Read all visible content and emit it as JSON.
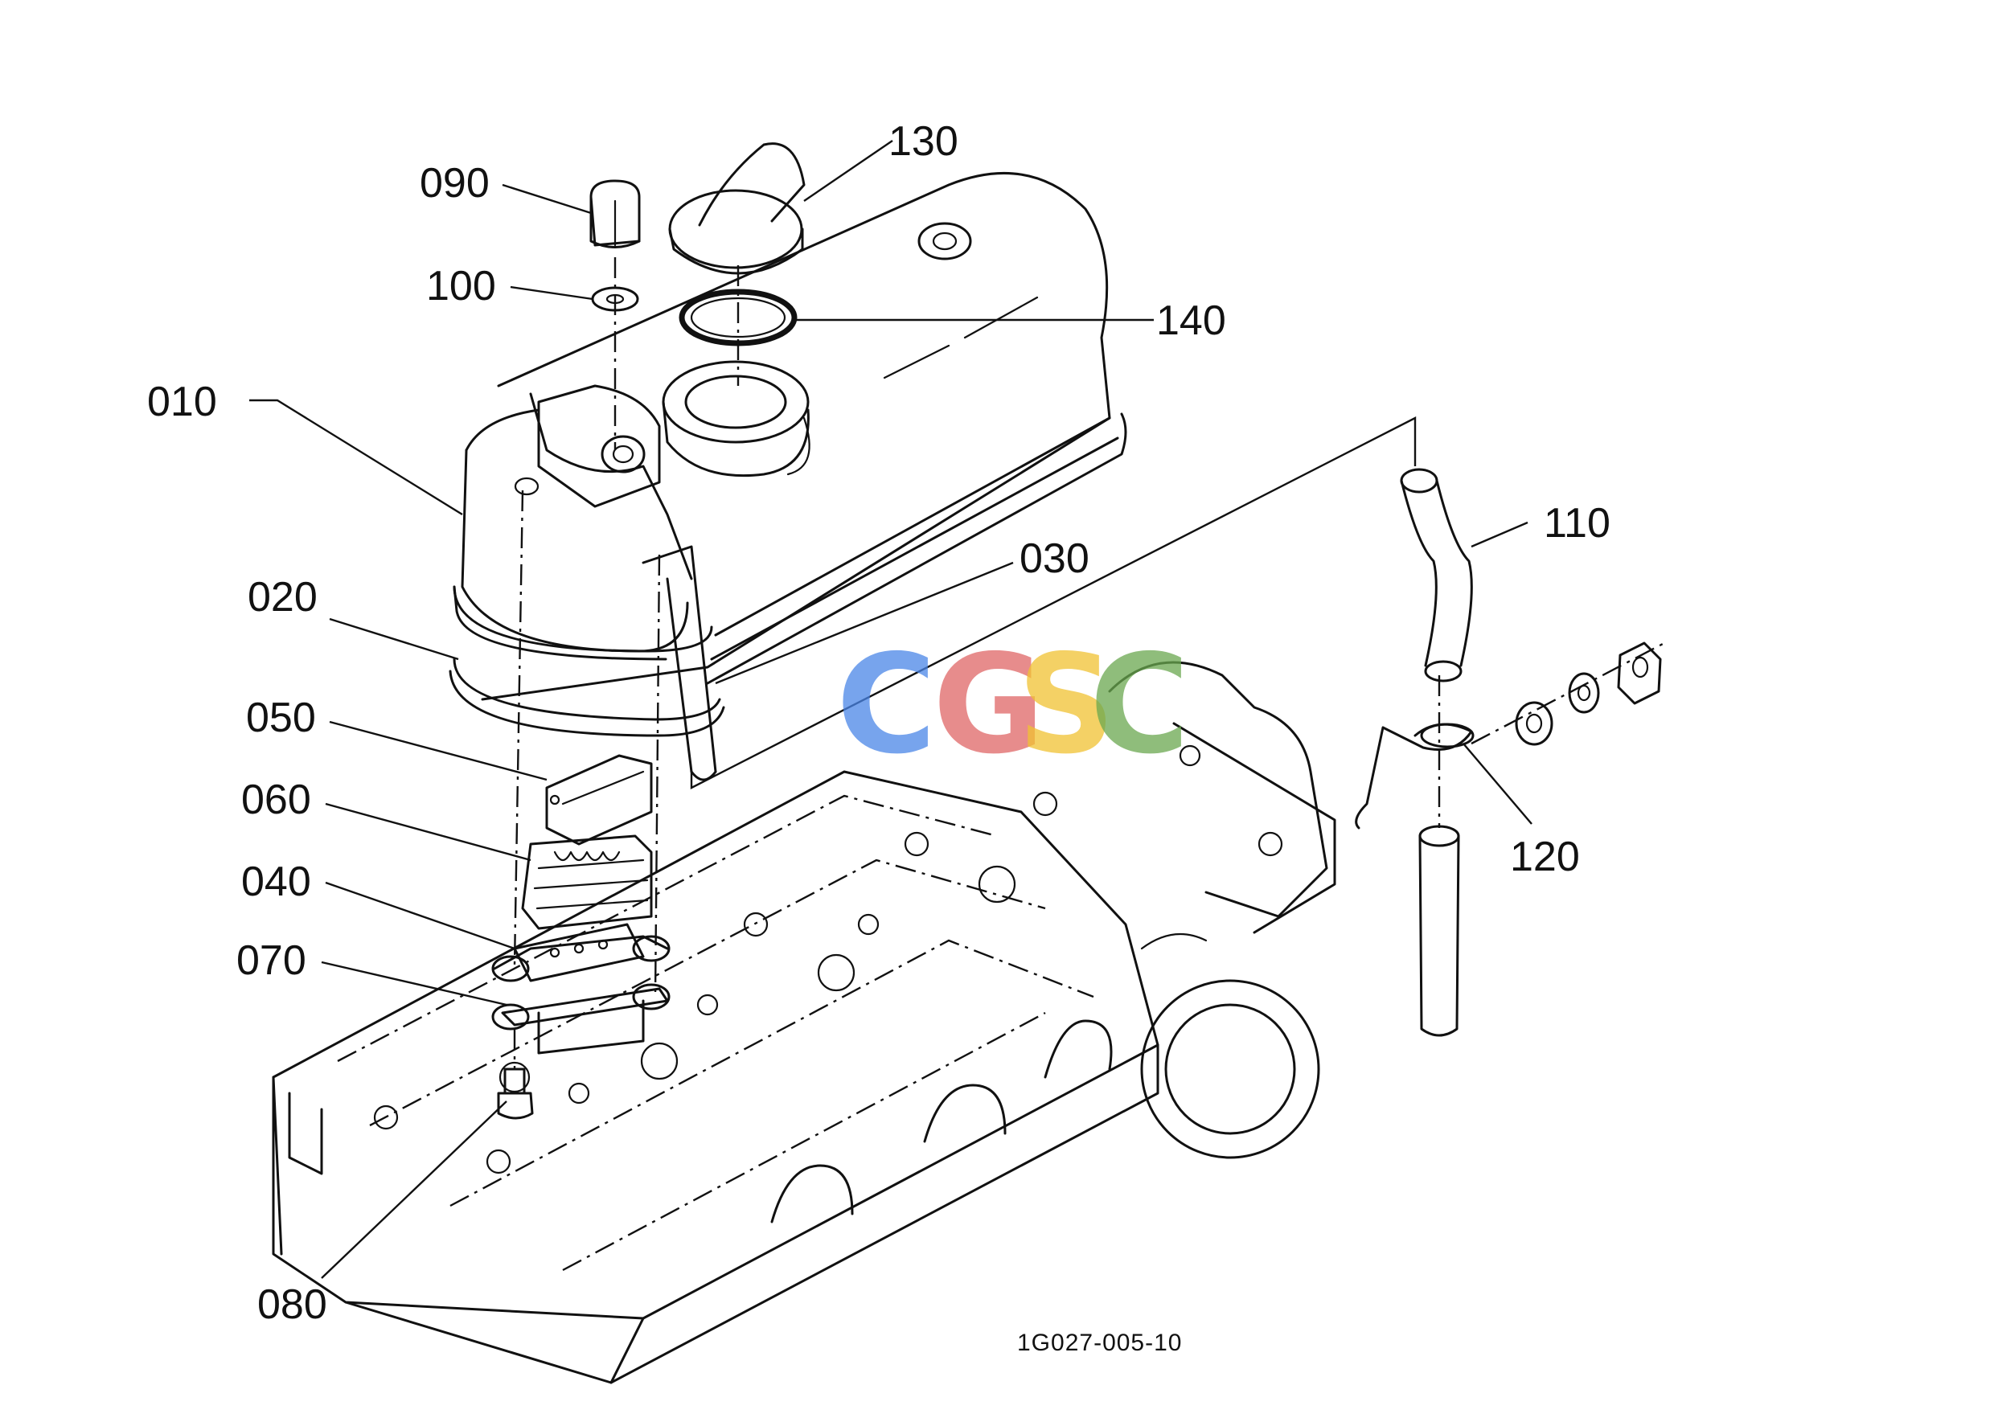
{
  "callouts": [
    {
      "id": "010",
      "text": "010"
    },
    {
      "id": "020",
      "text": "020"
    },
    {
      "id": "030",
      "text": "030"
    },
    {
      "id": "040",
      "text": "040"
    },
    {
      "id": "050",
      "text": "050"
    },
    {
      "id": "060",
      "text": "060"
    },
    {
      "id": "070",
      "text": "070"
    },
    {
      "id": "080",
      "text": "080"
    },
    {
      "id": "090",
      "text": "090"
    },
    {
      "id": "100",
      "text": "100"
    },
    {
      "id": "110",
      "text": "110"
    },
    {
      "id": "120",
      "text": "120"
    },
    {
      "id": "130",
      "text": "130"
    },
    {
      "id": "140",
      "text": "140"
    }
  ],
  "drawing_ref": "1G027-005-10",
  "watermark": {
    "letters": [
      "C",
      "G",
      "S",
      "C"
    ],
    "colors": [
      "#4a86e8",
      "#e06666",
      "#f1c232",
      "#6aa84f"
    ]
  }
}
